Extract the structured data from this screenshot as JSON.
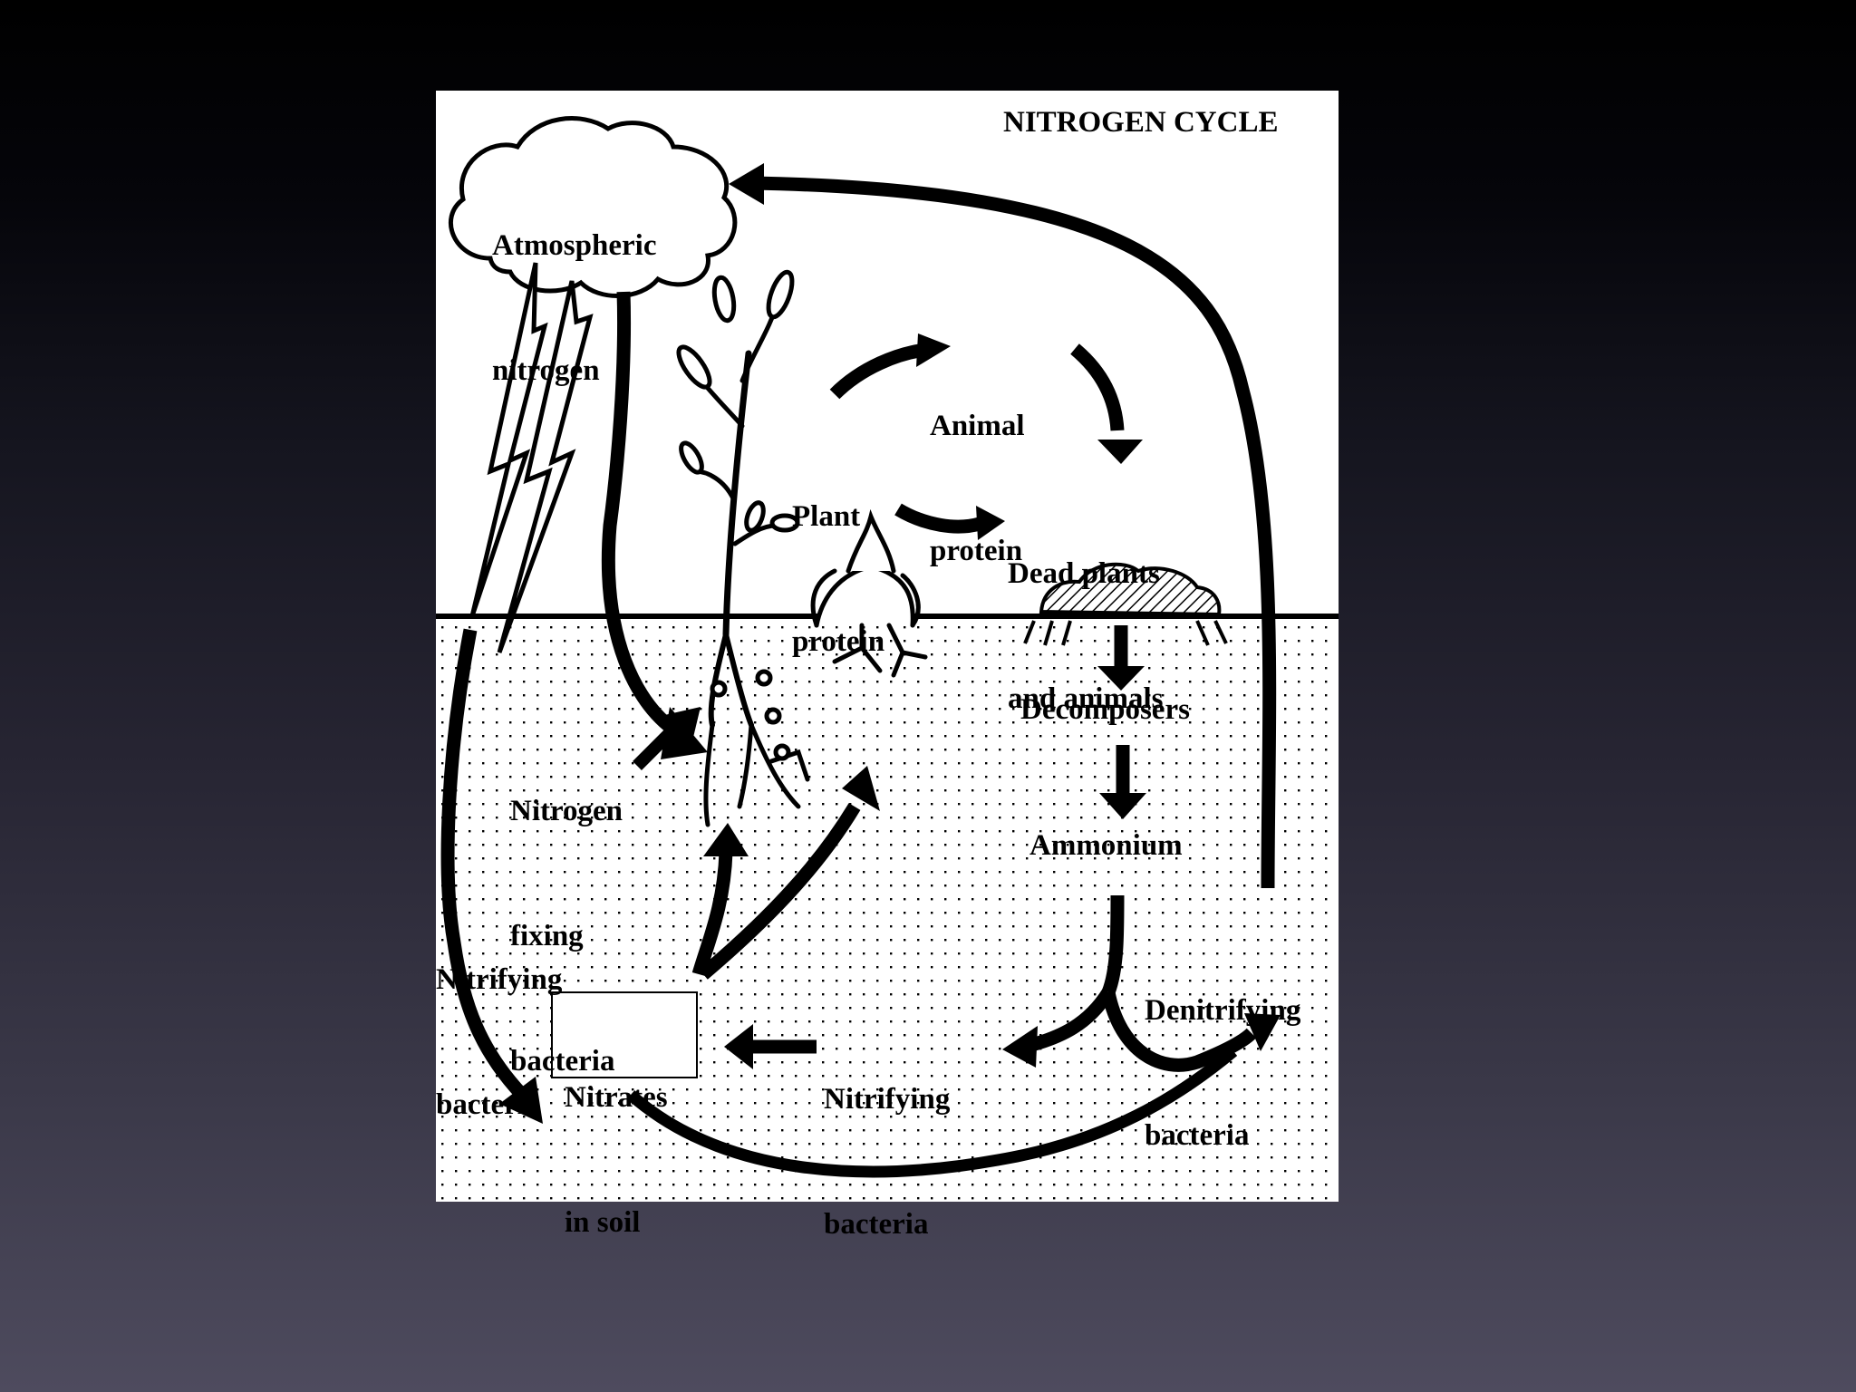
{
  "diagram": {
    "title": "NITROGEN CYCLE",
    "labels": {
      "atmospheric_nitrogen": [
        "Atmospheric",
        "nitrogen"
      ],
      "animal_protein": [
        "Animal",
        "protein"
      ],
      "plant_protein": [
        "Plant",
        "protein"
      ],
      "dead_plants_animals": [
        "Dead plants",
        "and animals"
      ],
      "decomposers": "Decomposers",
      "nitrogen_fixing_bacteria": [
        "Nitrogen",
        "fixing",
        "bacteria"
      ],
      "ammonium": "Ammonium",
      "nitrifying_bacteria_left": [
        "Nitrifying",
        "bacteria"
      ],
      "denitrifying_bacteria": [
        "Denitrifying",
        "bacteria"
      ],
      "nitrifying_bacteria_bottom": [
        "Nitrifying",
        "bacteria"
      ],
      "nitrates_in_soil": [
        "Nitrates",
        "in soil"
      ]
    },
    "colors": {
      "background_panel": "#ffffff",
      "ink": "#000000",
      "soil_dots": "#000000"
    },
    "icons": [
      "cloud-icon",
      "lightning-icon",
      "plant-icon",
      "seedling-icon",
      "decaying-mound-icon"
    ]
  }
}
